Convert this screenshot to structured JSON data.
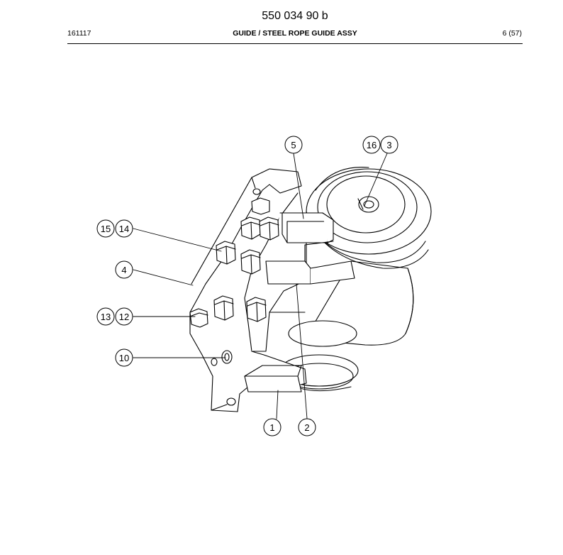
{
  "header": {
    "doc_number": "550 034 90 b",
    "date_code": "161117",
    "title": "GUIDE / STEEL ROPE GUIDE ASSY",
    "page": "6 (57)"
  },
  "callouts": [
    {
      "id": "5",
      "label": "5"
    },
    {
      "id": "16",
      "label": "16"
    },
    {
      "id": "3",
      "label": "3"
    },
    {
      "id": "15",
      "label": "15"
    },
    {
      "id": "14",
      "label": "14"
    },
    {
      "id": "4",
      "label": "4"
    },
    {
      "id": "13",
      "label": "13"
    },
    {
      "id": "12",
      "label": "12"
    },
    {
      "id": "10",
      "label": "10"
    },
    {
      "id": "1",
      "label": "1"
    },
    {
      "id": "2",
      "label": "2"
    }
  ]
}
